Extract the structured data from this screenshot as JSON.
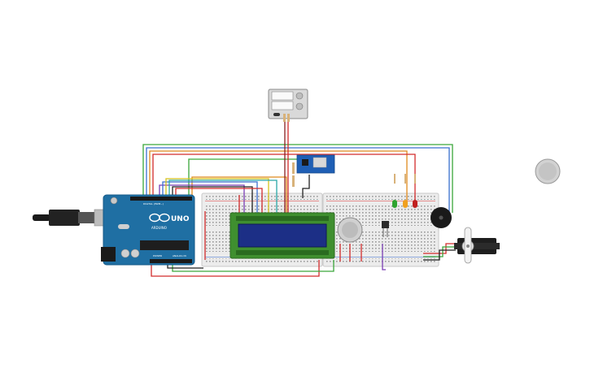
{
  "canvas": {
    "background": "#ffffff"
  },
  "arduino": {
    "logo_text": "UNO",
    "brand_text": "ARDUINO",
    "header_label_power": "POWER",
    "header_label_analog": "ANALOG IN",
    "header_label_digital": "DIGITAL (PWM~)",
    "board_color": "#1f6fa3",
    "icon": "arduino-infinity-icon"
  },
  "lcd": {
    "screen_color": "#1c2f86",
    "bezel_color": "#3f8f2f"
  },
  "parts": {
    "usb_cable_icon": "usb-cable-icon",
    "keypad_icon": "keypad-icon",
    "wifi_module_icon": "esp8266-module-icon",
    "gas_sensor_icon": "gas-sensor-icon",
    "pir_icon": "pir-sensor-icon",
    "buzzer_icon": "buzzer-icon",
    "servo_icon": "servo-motor-icon",
    "sensor_chip_icon": "temperature-sensor-icon",
    "led_colors": [
      "#2fa32f",
      "#f0a020",
      "#c02020"
    ]
  },
  "wire_colors": {
    "red": "#d22c2c",
    "green": "#3aa63a",
    "orange": "#e08a1e",
    "blue": "#3a6fd0",
    "purple": "#7b3fb5",
    "black": "#222222",
    "yellow": "#d6c21c",
    "teal": "#2aa7a7",
    "darkred": "#8a1f1f"
  }
}
